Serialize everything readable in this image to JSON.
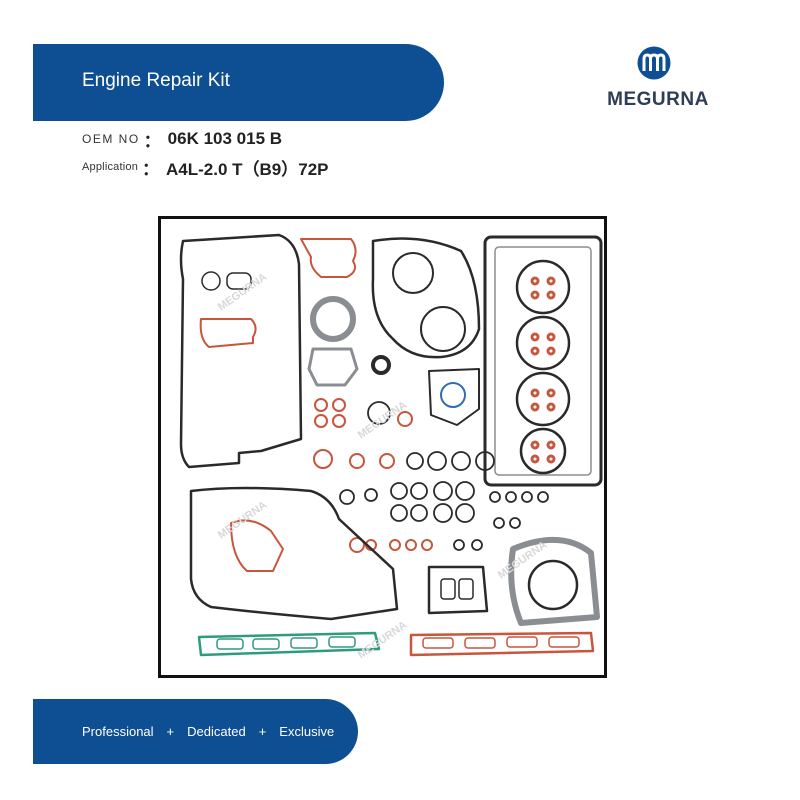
{
  "header": {
    "title": "Engine Repair Kit"
  },
  "brand": {
    "name": "MEGURNA",
    "icon": "megurna-logo-icon",
    "primary_color": "#0e4e92"
  },
  "info": {
    "oem_label": "OEM NO",
    "oem_colon": "：",
    "oem_value": "06K 103 015 B",
    "application_label": "Application",
    "application_colon": "：",
    "application_value": "A4L-2.0 T（B9）72P"
  },
  "product": {
    "image_subject": "engine gasket kit",
    "watermark": "MEGURNA",
    "part_colors": {
      "black": "#2a2a2a",
      "orange": "#c8553d",
      "green": "#2e9c7c",
      "grey": "#8a8e92"
    }
  },
  "footer": {
    "taglines": [
      "Professional",
      "Dedicated",
      "Exclusive"
    ],
    "separator": "+"
  }
}
